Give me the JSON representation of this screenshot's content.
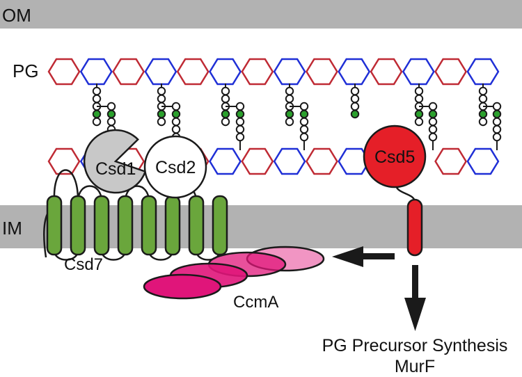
{
  "labels": {
    "outer_membrane": "OM",
    "peptidoglycan": "PG",
    "inner_membrane": "IM",
    "csd1": "Csd1",
    "csd2": "Csd2",
    "csd5": "Csd5",
    "csd7": "Csd7",
    "ccma": "CcmA",
    "pathway_line1": "PG Precursor Synthesis",
    "pathway_line2": "MurF"
  },
  "colors": {
    "membrane": "#b2b2b2",
    "hexagon_red": "#bf2a34",
    "hexagon_blue": "#1f2fd6",
    "helix_green": "#6aa63c",
    "peptide_green": "#2ba02d",
    "csd1_gray": "#c8c8c8",
    "csd5_red": "#e51f28",
    "ccma_pink": "#e0157a"
  }
}
